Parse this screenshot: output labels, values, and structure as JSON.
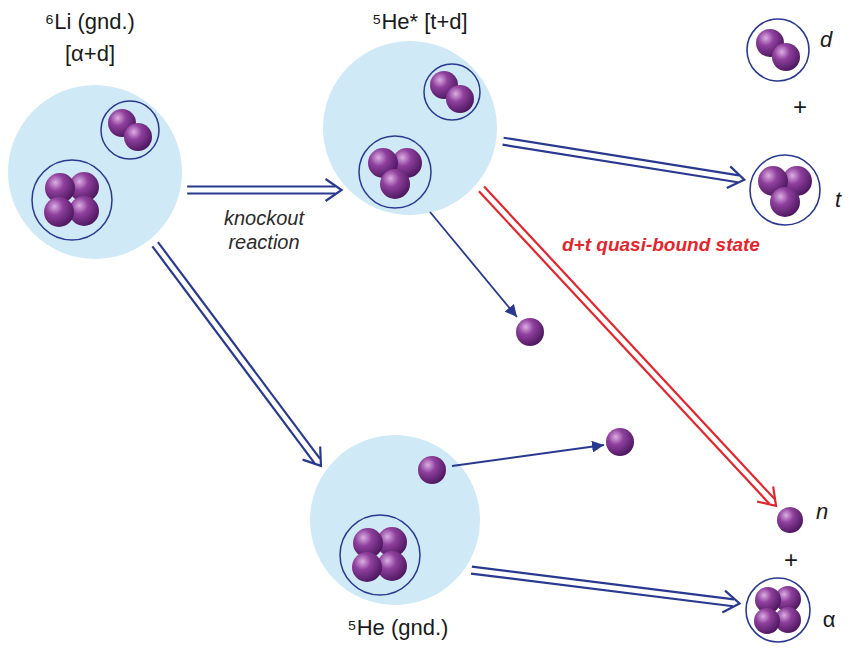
{
  "diagram": {
    "nodes": [
      {
        "text": [
          "⁶Li (gnd.)",
          "[α+d]"
        ]
      },
      {
        "text": [
          "⁵He* [t+d]"
        ]
      },
      {
        "text": [
          "⁵He (gnd.)"
        ]
      },
      {
        "text": [
          "d"
        ]
      },
      {
        "text": [
          "t"
        ]
      },
      {
        "text": [
          "n"
        ]
      },
      {
        "text": [
          "α"
        ]
      }
    ],
    "edges": [
      {
        "from": 0,
        "to": 1,
        "arrow": "to",
        "label": "knockout reaction"
      },
      {
        "from": 0,
        "to": 2,
        "arrow": "to"
      },
      {
        "from": 1,
        "to": 4,
        "arrow": "to"
      },
      {
        "from": 1,
        "to": 5,
        "arrow": "to",
        "label": "d+t quasi-bound state"
      },
      {
        "from": 2,
        "to": 6,
        "arrow": "to"
      }
    ],
    "labels": [
      "+",
      "+"
    ]
  }
}
